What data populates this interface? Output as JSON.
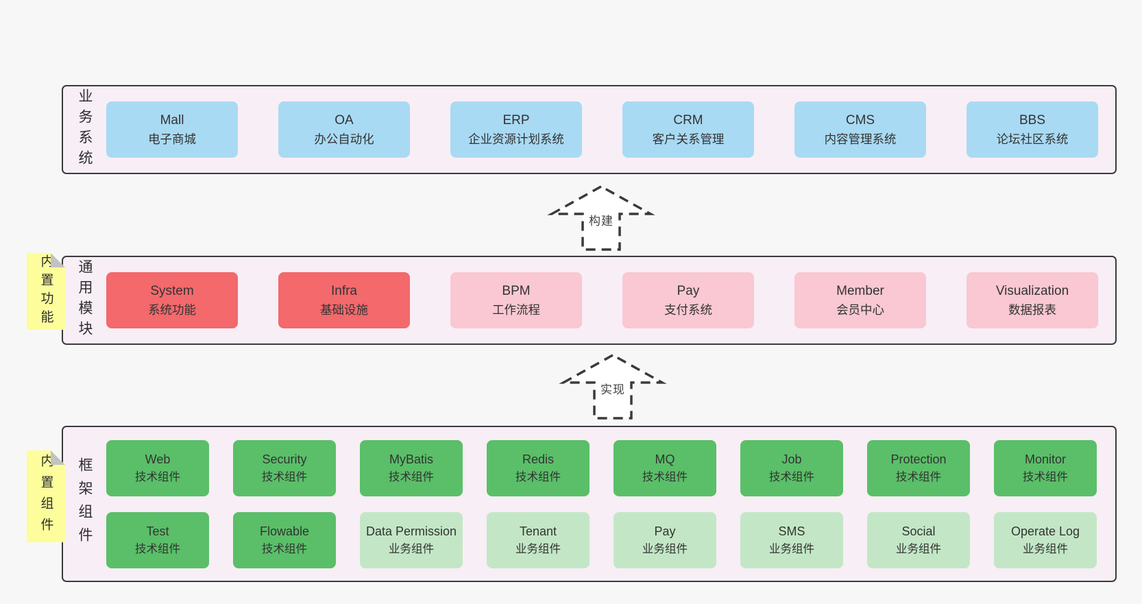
{
  "page": {
    "bg": "#f7f7f7"
  },
  "colors": {
    "container_bg": "#f8eef6",
    "container_border": "#3a3a3a",
    "text": "#333333",
    "blue": "#a9daf3",
    "red": "#f3696c",
    "pink": "#f9c8d2",
    "green": "#5abf68",
    "lightgreen": "#c3e7c6",
    "sticky": "#fdfd9b",
    "fold": "#c2c2c2",
    "arrow_fill": "#ffffff"
  },
  "sections": [
    {
      "label": "业务系统",
      "sticky": null,
      "rows": [
        [
          {
            "en": "Mall",
            "zh": "电子商城",
            "variant": "blue"
          },
          {
            "en": "OA",
            "zh": "办公自动化",
            "variant": "blue"
          },
          {
            "en": "ERP",
            "zh": "企业资源计划系统",
            "variant": "blue"
          },
          {
            "en": "CRM",
            "zh": "客户关系管理",
            "variant": "blue"
          },
          {
            "en": "CMS",
            "zh": "内容管理系统",
            "variant": "blue"
          },
          {
            "en": "BBS",
            "zh": "论坛社区系统",
            "variant": "blue"
          }
        ]
      ]
    },
    {
      "label": "通用模块",
      "sticky": "内置功能",
      "rows": [
        [
          {
            "en": "System",
            "zh": "系统功能",
            "variant": "red"
          },
          {
            "en": "Infra",
            "zh": "基础设施",
            "variant": "red"
          },
          {
            "en": "BPM",
            "zh": "工作流程",
            "variant": "pink"
          },
          {
            "en": "Pay",
            "zh": "支付系统",
            "variant": "pink"
          },
          {
            "en": "Member",
            "zh": "会员中心",
            "variant": "pink"
          },
          {
            "en": "Visualization",
            "zh": "数据报表",
            "variant": "pink"
          }
        ]
      ]
    },
    {
      "label": "框架组件",
      "sticky": "内置组件",
      "rows": [
        [
          {
            "en": "Web",
            "zh": "技术组件",
            "variant": "green"
          },
          {
            "en": "Security",
            "zh": "技术组件",
            "variant": "green"
          },
          {
            "en": "MyBatis",
            "zh": "技术组件",
            "variant": "green"
          },
          {
            "en": "Redis",
            "zh": "技术组件",
            "variant": "green"
          },
          {
            "en": "MQ",
            "zh": "技术组件",
            "variant": "green"
          },
          {
            "en": "Job",
            "zh": "技术组件",
            "variant": "green"
          },
          {
            "en": "Protection",
            "zh": "技术组件",
            "variant": "green"
          },
          {
            "en": "Monitor",
            "zh": "技术组件",
            "variant": "green"
          }
        ],
        [
          {
            "en": "Test",
            "zh": "技术组件",
            "variant": "green"
          },
          {
            "en": "Flowable",
            "zh": "技术组件",
            "variant": "green"
          },
          {
            "en": "Data Permission",
            "zh": "业务组件",
            "variant": "lightgreen"
          },
          {
            "en": "Tenant",
            "zh": "业务组件",
            "variant": "lightgreen"
          },
          {
            "en": "Pay",
            "zh": "业务组件",
            "variant": "lightgreen"
          },
          {
            "en": "SMS",
            "zh": "业务组件",
            "variant": "lightgreen"
          },
          {
            "en": "Social",
            "zh": "业务组件",
            "variant": "lightgreen"
          },
          {
            "en": "Operate Log",
            "zh": "业务组件",
            "variant": "lightgreen"
          }
        ]
      ]
    }
  ],
  "arrows": [
    {
      "label": "构建"
    },
    {
      "label": "实现"
    }
  ]
}
